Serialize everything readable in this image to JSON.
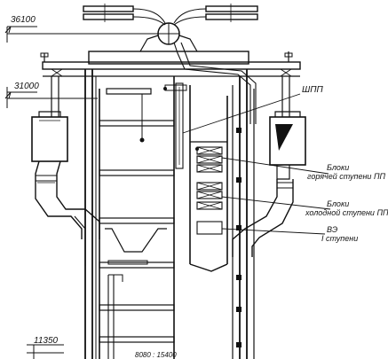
{
  "elevations": {
    "top": "36100",
    "middle": "31000",
    "bottom": "11350"
  },
  "labels": {
    "shpp": "ШПП",
    "hot_stage_1": "Блоки",
    "hot_stage_2": "горячей ступени ПП",
    "cold_stage_1": "Блоки",
    "cold_stage_2": "холодной ступени ПП",
    "ve_1": "ВЭ",
    "ve_2": "I ступени",
    "bottom_dim": "8080 : 15400"
  }
}
